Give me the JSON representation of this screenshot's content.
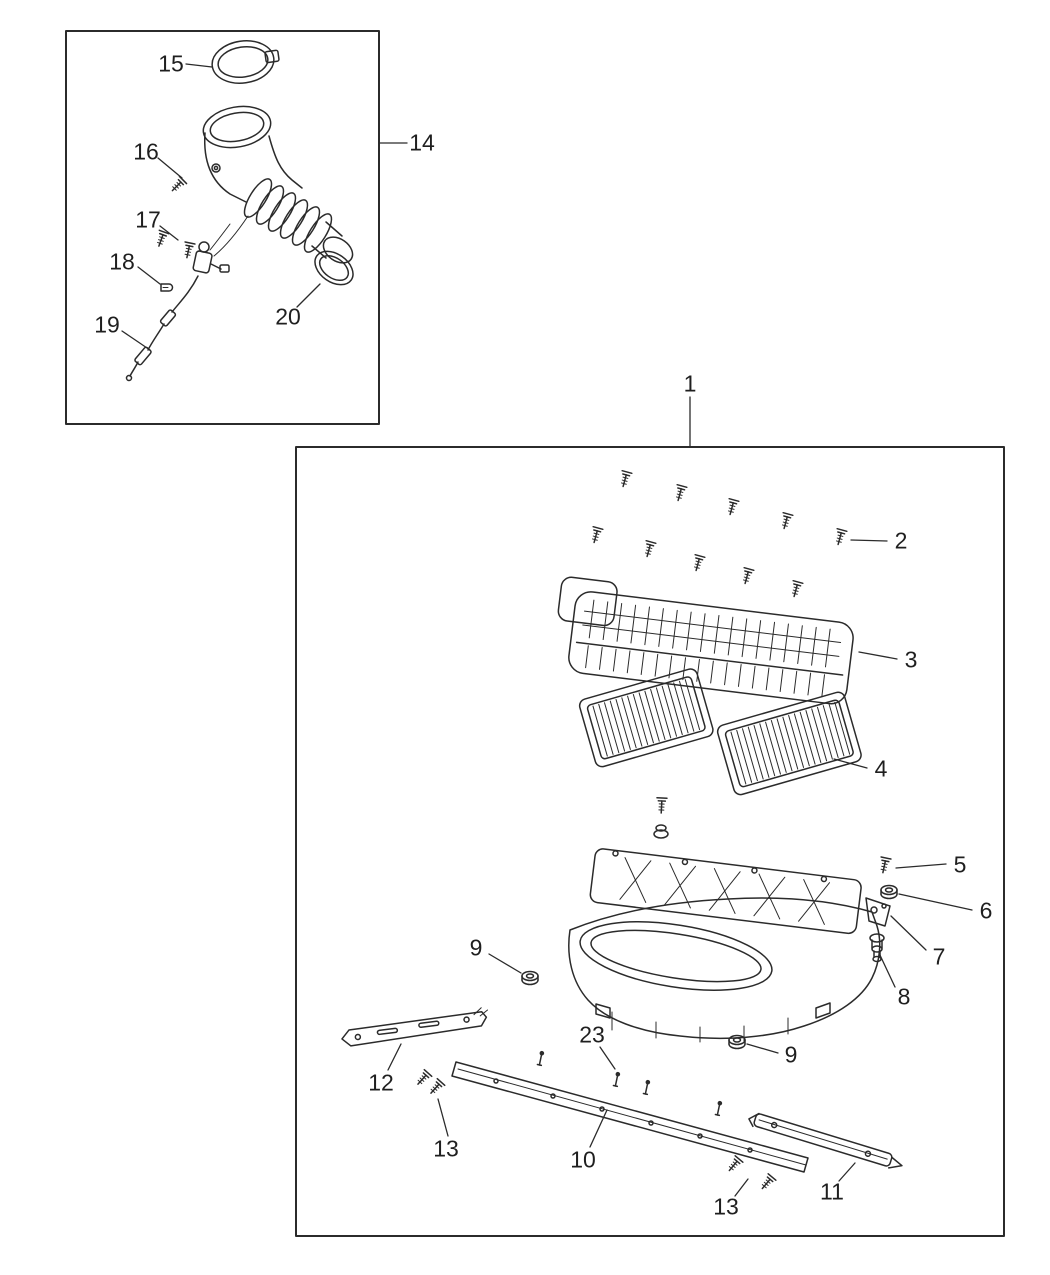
{
  "colors": {
    "background": "#ffffff",
    "line": "#2b2b2b",
    "text": "#1f1f1f"
  },
  "callouts": {
    "c1": "1",
    "c2": "2",
    "c3": "3",
    "c4": "4",
    "c5": "5",
    "c6": "6",
    "c7": "7",
    "c8": "8",
    "c9_left": "9",
    "c9_right": "9",
    "c10": "10",
    "c11": "11",
    "c12": "12",
    "c13_left": "13",
    "c13_right": "13",
    "c14": "14",
    "c15": "15",
    "c16": "16",
    "c17": "17",
    "c18": "18",
    "c19": "19",
    "c20": "20",
    "c23": "23"
  }
}
